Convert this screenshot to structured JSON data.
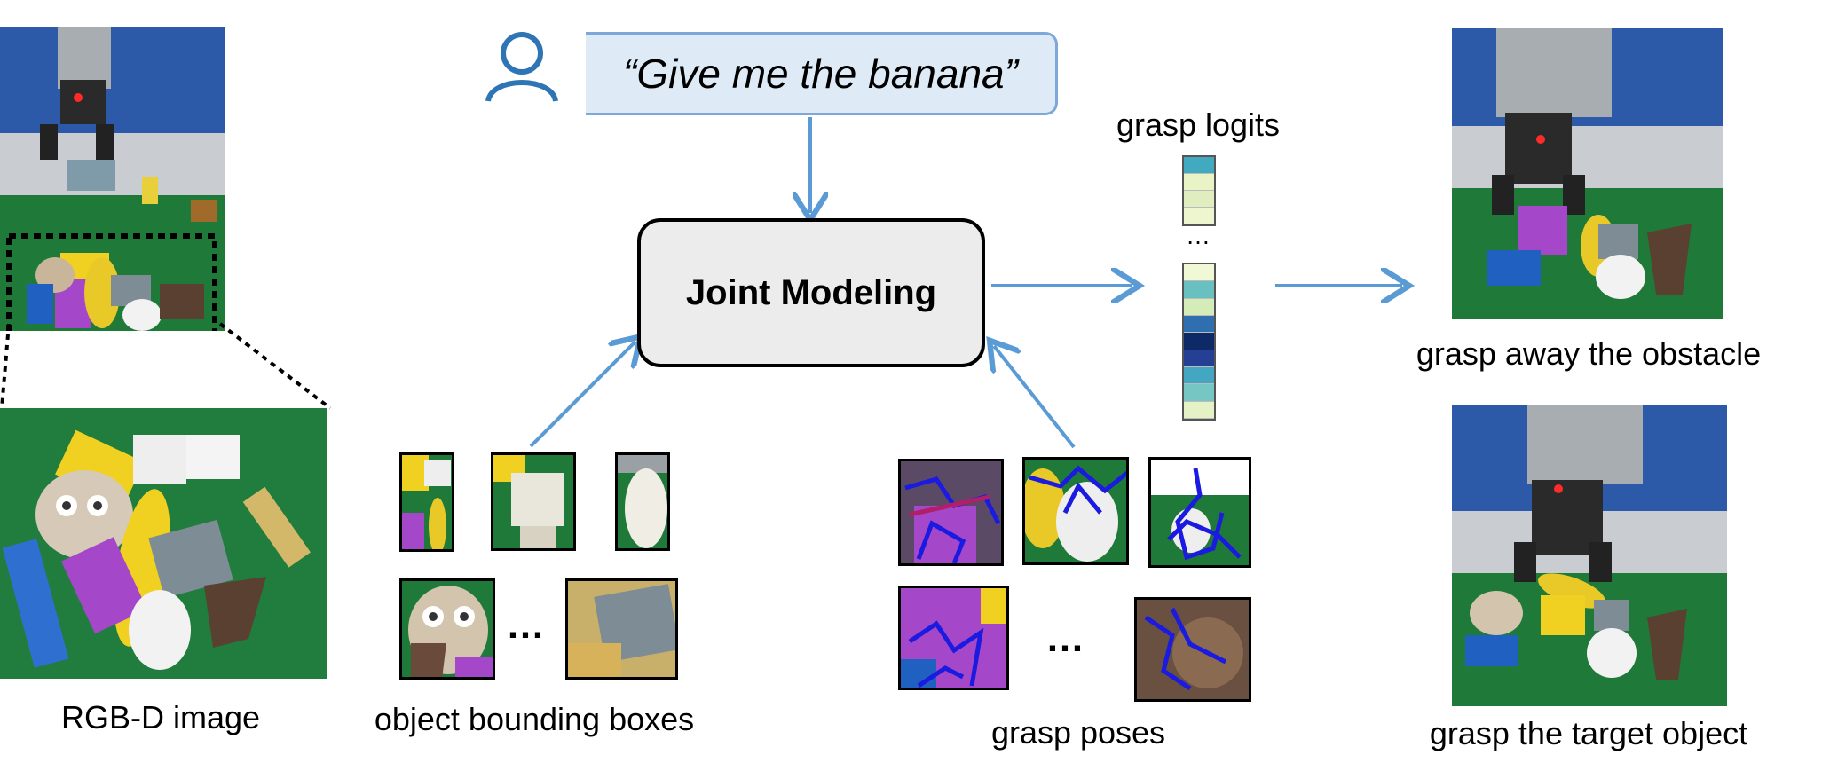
{
  "prompt": {
    "text": "“Give me the banana”",
    "user_icon": "user-icon"
  },
  "model": {
    "label": "Joint Modeling"
  },
  "labels": {
    "rgbd": "RGB-D image",
    "bboxes": "object bounding boxes",
    "grasp_poses": "grasp poses",
    "grasp_logits": "grasp logits",
    "obstacle": "grasp away the obstacle",
    "target": "grasp the target object"
  },
  "ellipsis": "…",
  "colors": {
    "arrow": "#5b9bd5",
    "speech_fill": "#deebf7",
    "model_fill": "#ececec",
    "table_green": "#1f7a3a",
    "wall_blue": "#2a5db0",
    "logit_colors": [
      "#41a9c0",
      "#e8f3c6",
      "#e0eebf",
      "#eef6d0",
      "#f1f8d6",
      "#68c0c0",
      "#d4ecb8",
      "#2f6fb0",
      "#0d2a66",
      "#253f94",
      "#43a7c2",
      "#76c7c4",
      "#e4f2c6"
    ]
  }
}
